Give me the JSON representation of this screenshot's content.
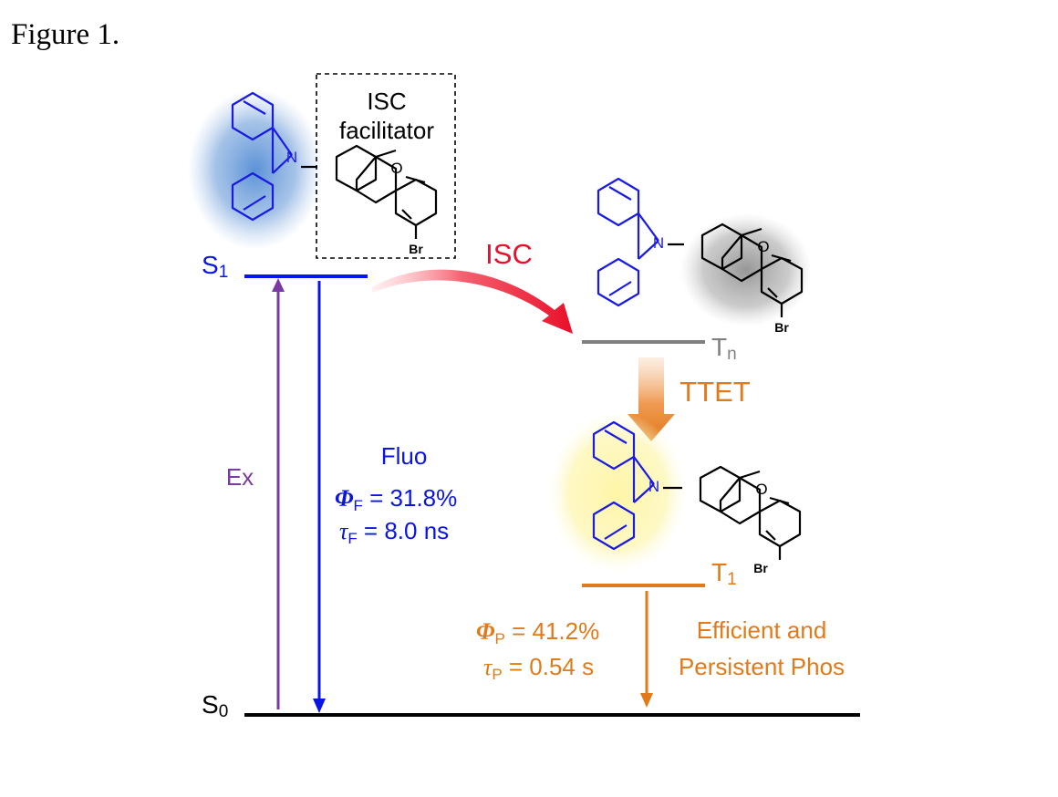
{
  "figure_label": "Figure 1.",
  "colors": {
    "singlet": "#0a14e6",
    "excitation": "#7a3aa3",
    "triplet_high": "#808080",
    "triplet_low": "#e07a1a",
    "isc_arrow": "#e8102a",
    "ground": "#000000"
  },
  "levels": {
    "s1": {
      "state": "S",
      "sub": "1"
    },
    "s0": {
      "state": "S",
      "sub": "0"
    },
    "tn": {
      "state": "T",
      "sub": "n"
    },
    "t1": {
      "state": "T",
      "sub": "1"
    }
  },
  "molecule": {
    "facilitator_line1": "ISC",
    "facilitator_line2": "facilitator",
    "n_atom": "N",
    "o_atom": "O",
    "br_atom": "Br"
  },
  "transitions": {
    "isc": "ISC",
    "ttet": "TTET",
    "ex": "Ex",
    "fluo": {
      "title": "Fluo",
      "qy_symbol": "Φ",
      "qy_sub": "F",
      "qy_value": " = 31.8%",
      "tau_symbol": "τ",
      "tau_sub": "F",
      "tau_value": " = 8.0 ns"
    },
    "phos": {
      "qy_symbol": "Φ",
      "qy_sub": "P",
      "qy_value": " = 41.2%",
      "tau_symbol": "τ",
      "tau_sub": "P",
      "tau_value": " = 0.54 s",
      "line1": "Efficient and",
      "line2": "Persistent Phos"
    }
  }
}
